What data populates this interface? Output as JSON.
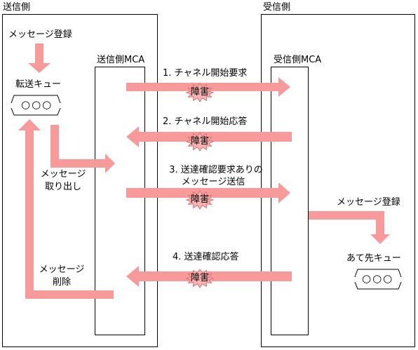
{
  "sender": {
    "title": "送信側",
    "mca_label": "送信側MCA",
    "message_register": "メッセージ登録",
    "transmission_queue": "転送キュー",
    "queue_slots": "○○○",
    "retrieve_line1": "メッセージ",
    "retrieve_line2": "取り出し",
    "delete_line1": "メッセージ",
    "delete_line2": "削除"
  },
  "receiver": {
    "title": "受信側",
    "mca_label": "受信側MCA",
    "message_register": "メッセージ登録",
    "destination_queue": "あて先キュー",
    "queue_slots": "○○○"
  },
  "flows": {
    "step1": "1. チャネル開始要求",
    "step2": "2. チャネル開始応答",
    "step3_line1": "3. 送達確認要求ありの",
    "step3_line2": "メッセージ送信",
    "step4": "4. 送達確認応答"
  },
  "fault_label": "障害",
  "colors": {
    "arrow": "#f99a9a",
    "fault_fill": "#f9b3b3",
    "frame": "#000000"
  }
}
